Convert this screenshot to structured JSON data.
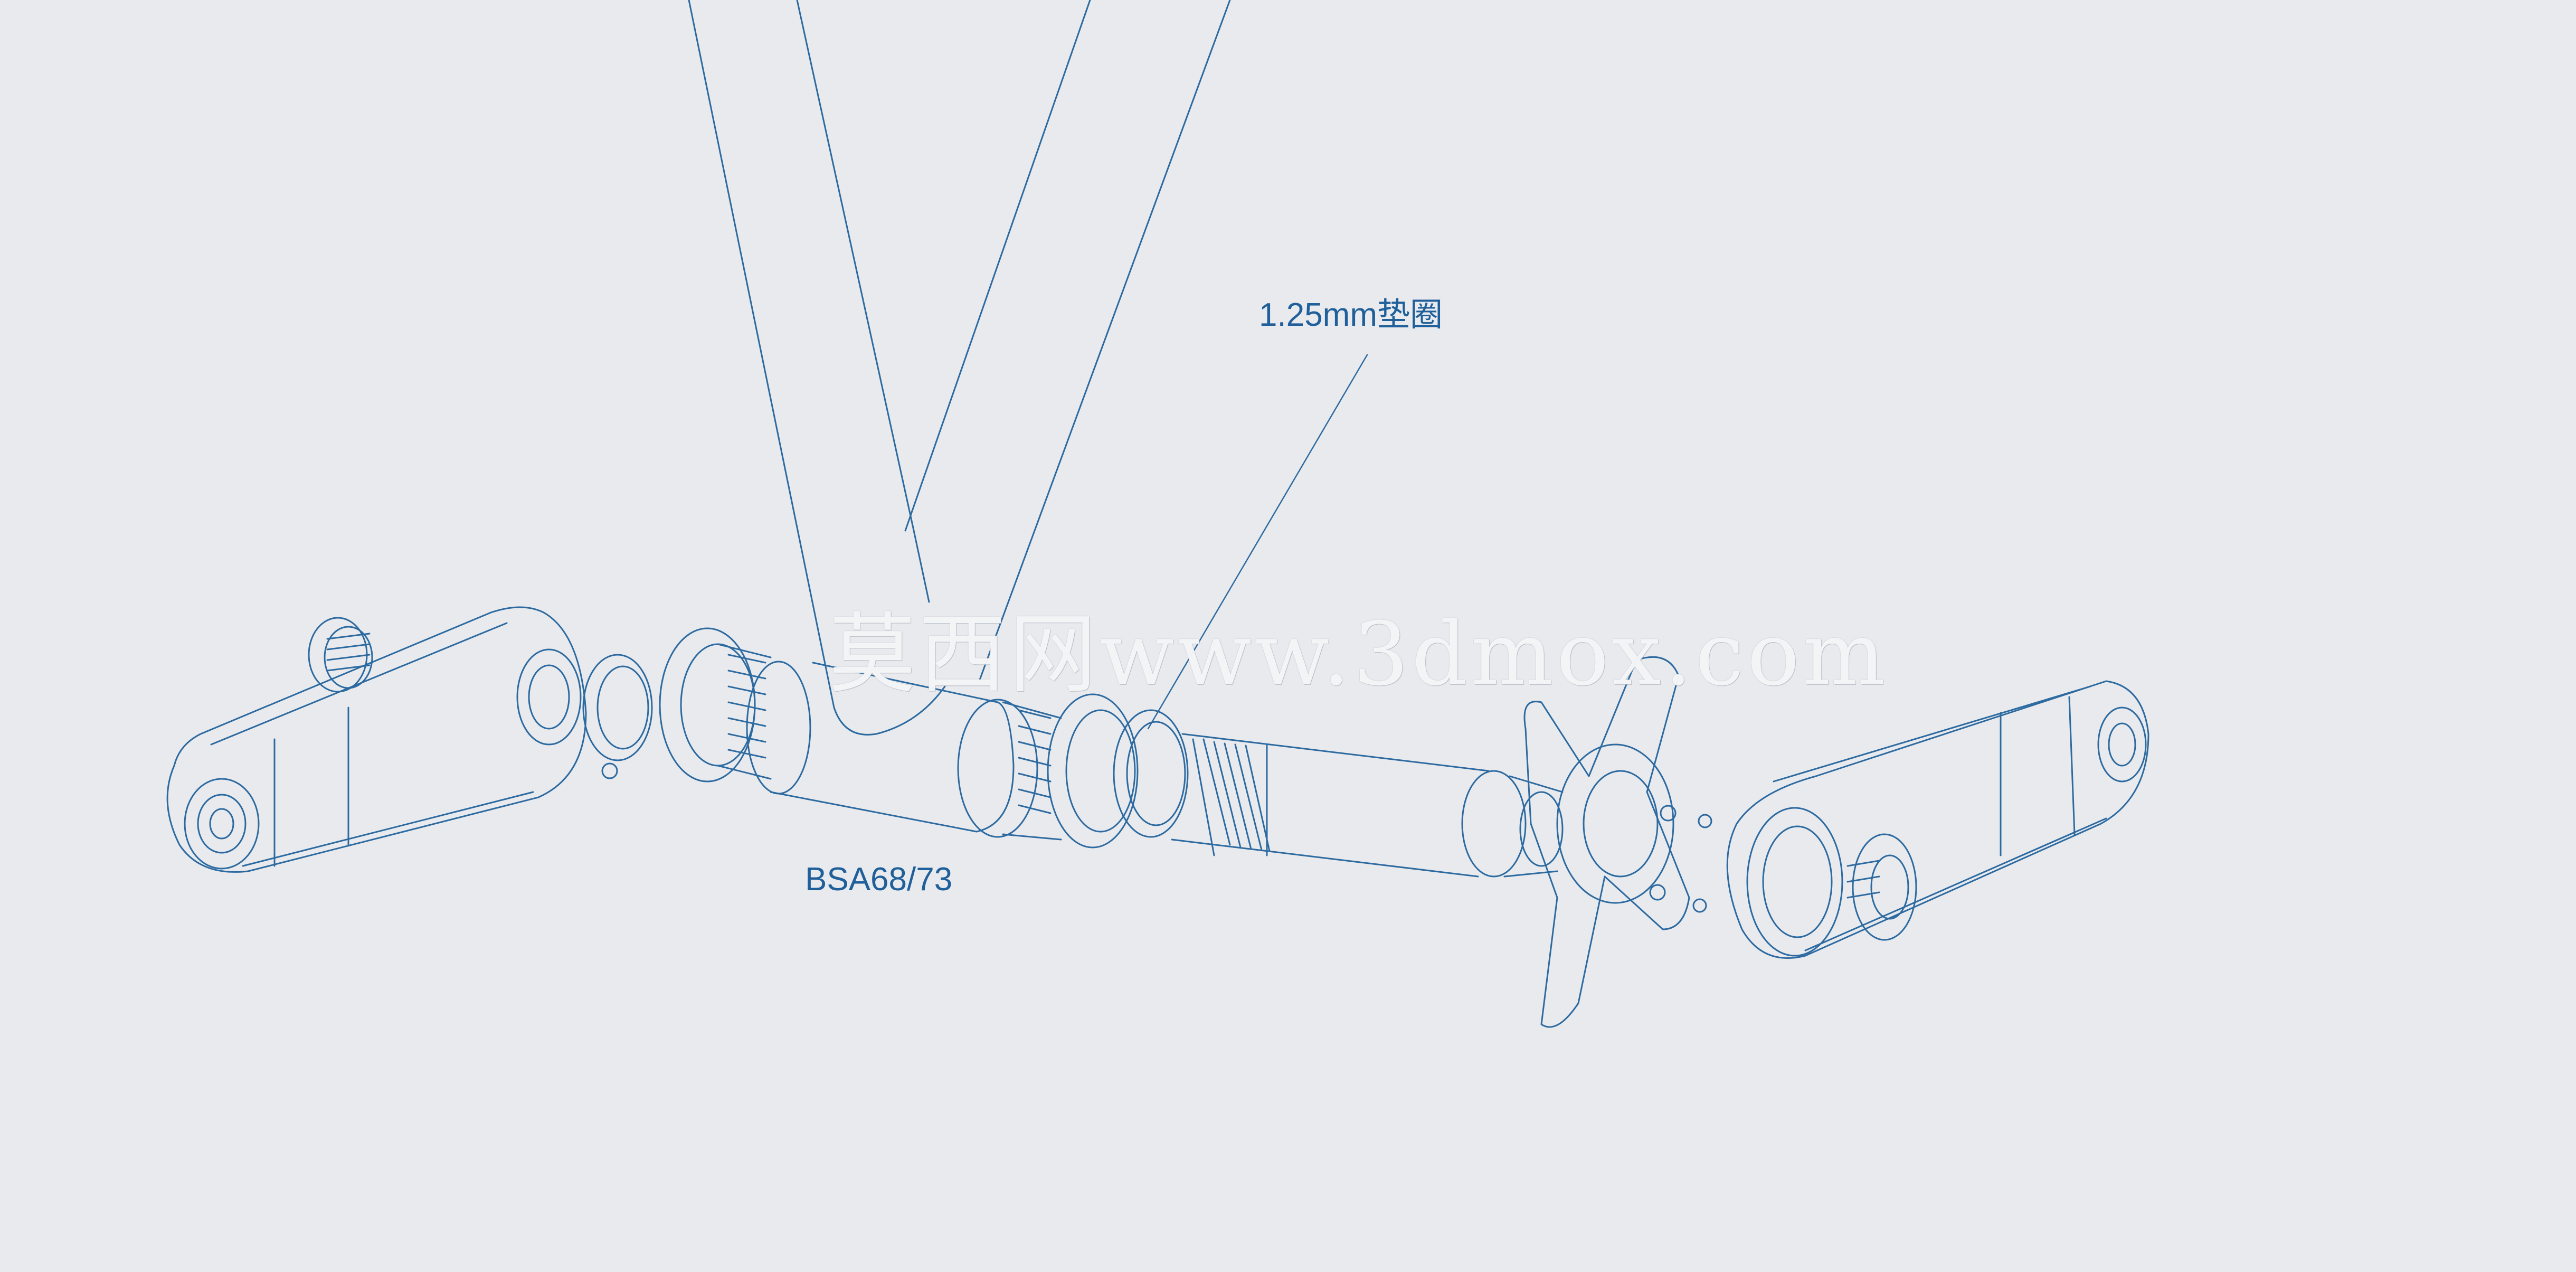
{
  "diagram": {
    "callouts": [
      {
        "id": "spacer",
        "text": "1.25mm垫圈"
      },
      {
        "id": "shell",
        "text": "BSA68/73"
      }
    ],
    "watermark": "莫西网www.3dmox.com",
    "colors": {
      "background": "#e9eaee",
      "line": "#2c6aa0",
      "label": "#1f5f9a",
      "watermark": "#ffffff"
    }
  }
}
